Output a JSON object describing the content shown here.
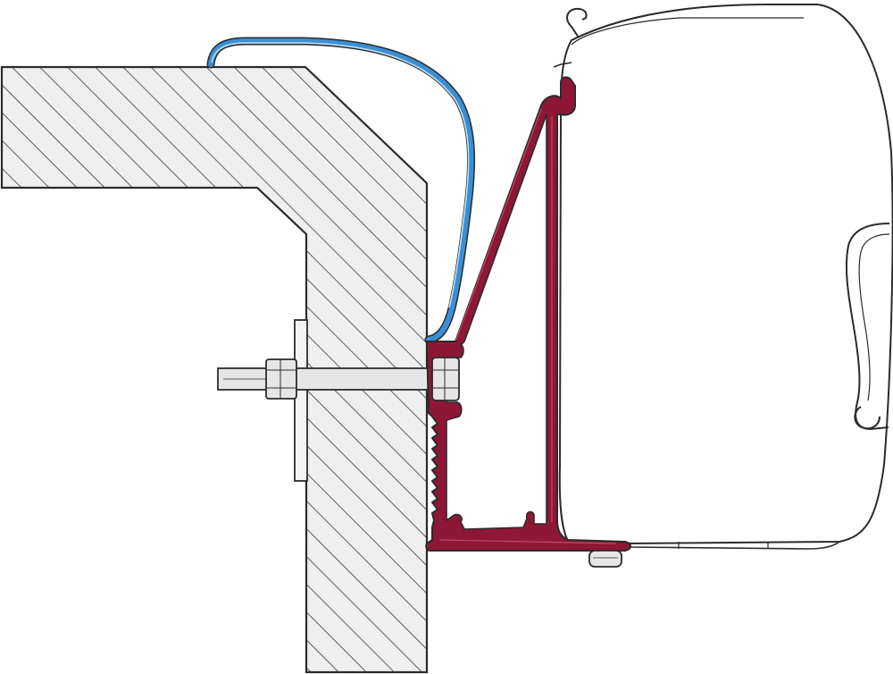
{
  "diagram": {
    "colors": {
      "background": "#ffffff",
      "outline": "#2b2b2b",
      "wall_fill": "#efefef",
      "hatch": "#3a3a3a",
      "bracket_fill": "#8e1736",
      "bracket_highlight": "#c8466a",
      "rain_strip": "#3a8fd4",
      "rain_strip_core": "#bfe0f7",
      "bolt_fill": "#e6e6e6",
      "awning_fill": "#ffffff"
    },
    "parts": [
      "vehicle-wall-section",
      "rain-strip",
      "adapter-bracket",
      "mounting-bolt",
      "awning-case"
    ]
  }
}
